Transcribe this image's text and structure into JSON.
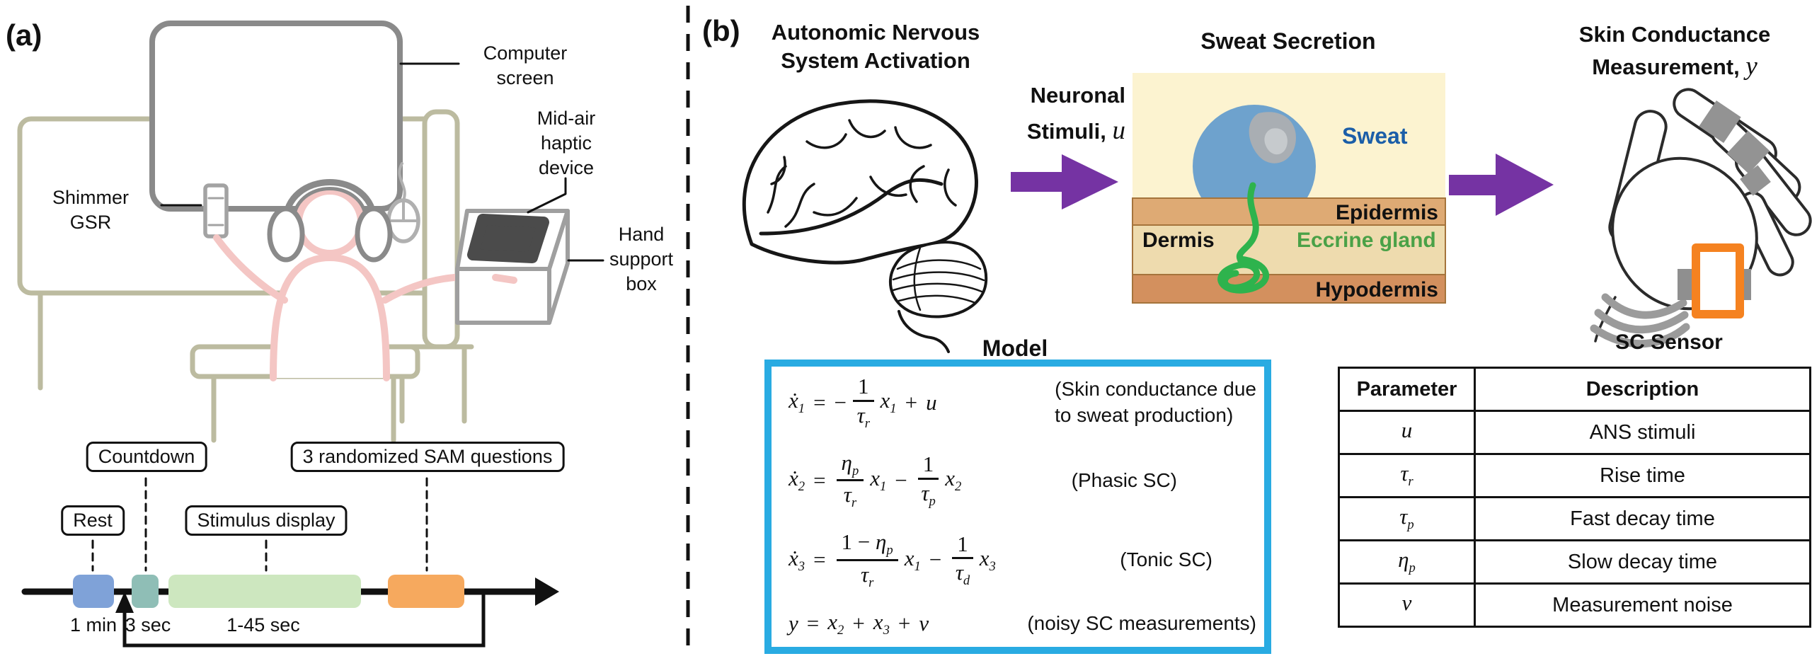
{
  "colors": {
    "accent_purple": "#7533a3",
    "model_box_blue": "#29abe2",
    "timeline_rest": "#7fa2d8",
    "timeline_countdown": "#8fbeb6",
    "timeline_stimulus": "#cde7bf",
    "timeline_sam": "#f6a95e",
    "sweat_drop": "#6ea2cd",
    "sweat_text_blue": "#1b5ea8",
    "epidermis_tan": "#deaa74",
    "dermis_cream": "#eedbae",
    "hypodermis_brown": "#d3905e",
    "sweat_bg_cream": "#fcf3d0",
    "eccrine_green": "#2eb34d",
    "eccrine_text_green": "#4aa147",
    "sensor_orange": "#f58220",
    "furniture_beige": "#bcbba0",
    "person_pink": "#f4c6c4",
    "device_gray": "#8a8a8a"
  },
  "panel_a": {
    "tag": "(a)",
    "labels": {
      "computer_screen_1": "Computer",
      "computer_screen_2": "screen",
      "shimmer_1": "Shimmer",
      "shimmer_2": "GSR",
      "haptic_1": "Mid-air",
      "haptic_2": "haptic",
      "haptic_3": "device",
      "handbox_1": "Hand",
      "handbox_2": "support",
      "handbox_3": "box"
    },
    "timeline": {
      "rest": "Rest",
      "countdown": "Countdown",
      "stimulus": "Stimulus display",
      "sam": "3 randomized SAM questions",
      "dur_rest": "1 min",
      "dur_countdown": "3 sec",
      "dur_stimulus": "1-45 sec"
    }
  },
  "panel_b": {
    "tag": "(b)",
    "ans_title_1": "Autonomic Nervous",
    "ans_title_2": "System Activation",
    "neuronal_1": "Neuronal",
    "neuronal_2": "Stimuli,",
    "neuronal_sym": "u",
    "sweat_title": "Sweat Secretion",
    "sweat_label": "Sweat",
    "epidermis": "Epidermis",
    "dermis": "Dermis",
    "eccrine": "Eccrine gland",
    "hypodermis": "Hypodermis",
    "sc_title_1": "Skin Conductance",
    "sc_title_2": "Measurement,",
    "sc_sym": "y",
    "sc_sensor": "SC Sensor"
  },
  "model": {
    "title": "Model",
    "eq1": {
      "lhs": "ẋ",
      "lhs_sub": "1",
      "rel": "=",
      "op1": "−",
      "num": "1",
      "den": "τ",
      "den_sub": "r",
      "x": "x",
      "x_sub": "1",
      "op2": "+",
      "tail": "u",
      "note_1": "(Skin conductance due",
      "note_2": "to sweat production)"
    },
    "eq2": {
      "lhs": "ẋ",
      "lhs_sub": "2",
      "rel": "=",
      "num1": "η",
      "num1_sub": "p",
      "den1": "τ",
      "den1_sub": "r",
      "x1": "x",
      "x1_sub": "1",
      "op": "−",
      "num2": "1",
      "den2": "τ",
      "den2_sub": "p",
      "x2": "x",
      "x2_sub": "2",
      "note": "(Phasic SC)"
    },
    "eq3": {
      "lhs": "ẋ",
      "lhs_sub": "3",
      "rel": "=",
      "num1a": "1 − ",
      "num1b": "η",
      "num1_sub": "p",
      "den1": "τ",
      "den1_sub": "r",
      "x1": "x",
      "x1_sub": "1",
      "op": "−",
      "num2": "1",
      "den2": "τ",
      "den2_sub": "d",
      "x2": "x",
      "x2_sub": "3",
      "note": "(Tonic SC)"
    },
    "eq4": {
      "lhs": "y",
      "rel": "=",
      "t1": "x",
      "t1_sub": "2",
      "op1": "+",
      "t2": "x",
      "t2_sub": "3",
      "op2": "+",
      "t3": "ν",
      "note": "(noisy SC measurements)"
    }
  },
  "parameters": {
    "header": {
      "param": "Parameter",
      "desc": "Description"
    },
    "rows": [
      {
        "sym": "u",
        "sub": "",
        "desc": "ANS stimuli"
      },
      {
        "sym": "τ",
        "sub": "r",
        "desc": "Rise time"
      },
      {
        "sym": "τ",
        "sub": "p",
        "desc": "Fast decay time"
      },
      {
        "sym": "η",
        "sub": "p",
        "desc": "Slow decay time"
      },
      {
        "sym": "ν",
        "sub": "",
        "desc": "Measurement noise"
      }
    ]
  }
}
